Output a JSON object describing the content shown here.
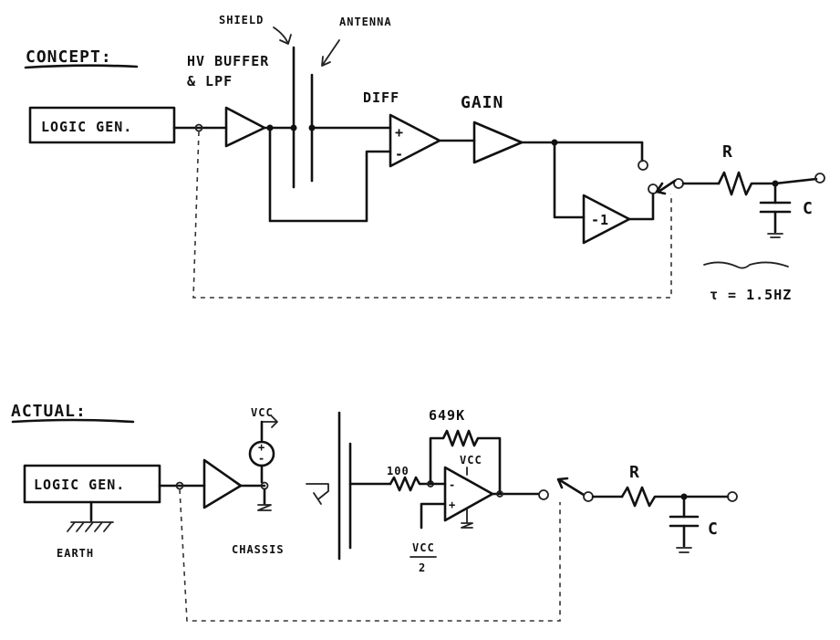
{
  "concept": {
    "heading": "CONCEPT:",
    "logic_gen": "LOGIC GEN.",
    "hv_buffer_line1": "HV BUFFER",
    "hv_buffer_line2": "& LPF",
    "shield": "SHIELD",
    "antenna": "ANTENNA",
    "diff": "DIFF",
    "gain": "GAIN",
    "plus": "+",
    "minus": "-",
    "inverter": "-1",
    "resistor": "R",
    "capacitor": "C",
    "tau": "τ = 1.5HZ"
  },
  "actual": {
    "heading": "ACTUAL:",
    "logic_gen": "LOGIC GEN.",
    "earth": "EARTH",
    "vcc_top": "VCC",
    "chassis": "CHASSIS",
    "r_input": "100",
    "r_feedback": "649K",
    "opamp_vcc": "VCC",
    "plus": "+",
    "minus": "-",
    "vcc_half_num": "VCC",
    "vcc_half_den": "2",
    "resistor": "R",
    "capacitor": "C"
  }
}
